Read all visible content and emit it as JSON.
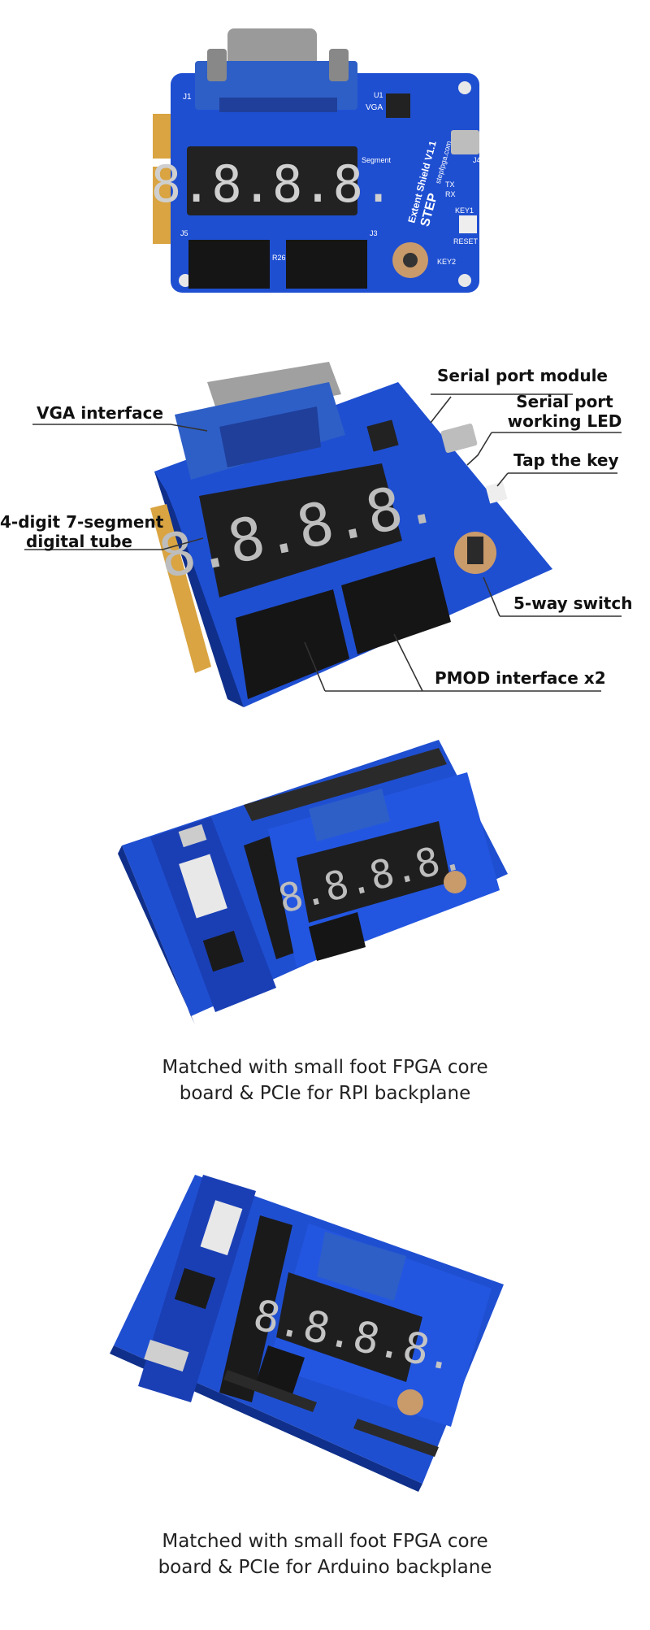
{
  "colors": {
    "pcb_blue": "#1f4fd1",
    "pcb_dark": "#0f2f8a",
    "vga_blue": "#2e5fc7",
    "digit_red": "#cccccc",
    "gold": "#d9a441",
    "header_black": "#151515"
  },
  "board1": {
    "silk_vga": "VGA",
    "silk_title": "Extent Shield V1.1",
    "silk_brand": "STEP",
    "silk_site": "stepfpga.com",
    "silk_key1": "KEY1",
    "silk_key2": "KEY2",
    "silk_reset": "RESET",
    "silk_tx": "TX",
    "silk_rx": "RX",
    "silk_segment": "Segment",
    "silk_j1": "J1",
    "silk_j3": "J3",
    "silk_j4": "J4",
    "silk_j5": "J5",
    "silk_u1": "U1",
    "silk_r26": "R26",
    "display_text": "8.8.8.8."
  },
  "callouts": {
    "serial_module": "Serial port module",
    "serial_led_line1": "Serial port",
    "serial_led_line2": "working LED",
    "tap_key": "Tap the key",
    "vga_interface": "VGA interface",
    "digit_tube_line1": "4-digit 7-segment",
    "digit_tube_line2": "digital tube",
    "five_way": "5-way switch",
    "pmod": "PMOD interface x2"
  },
  "board2": {
    "display_text": "8.8.8.8."
  },
  "photo3": {
    "caption_line1": "Matched with small foot FPGA core",
    "caption_line2": "board & PCIe for RPI backplane",
    "display_text": "8.8.8.8."
  },
  "photo4": {
    "caption_line1": "Matched with small foot FPGA core",
    "caption_line2": "board & PCIe for Arduino backplane",
    "display_text": "8.8.8.8."
  }
}
